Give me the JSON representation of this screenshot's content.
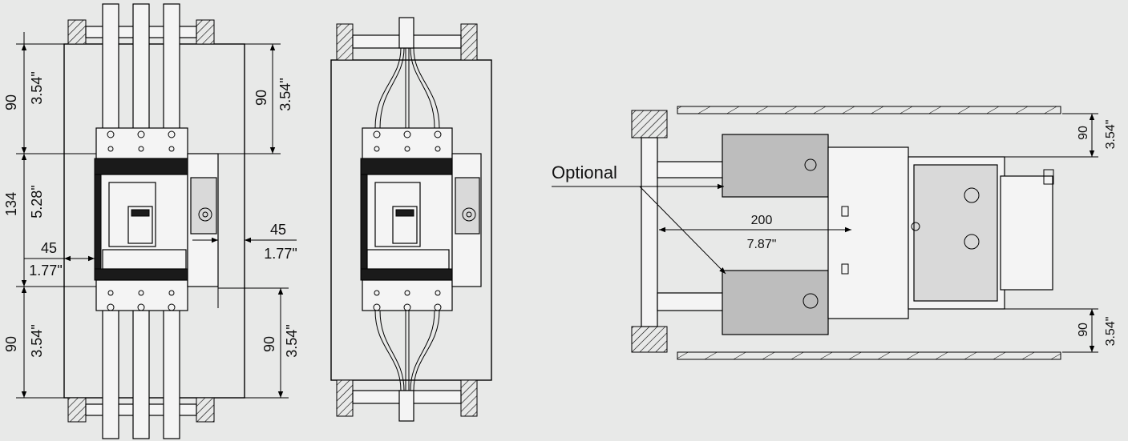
{
  "view_a": {
    "top_mm": "90",
    "top_in": "3.54\"",
    "mid_mm": "134",
    "mid_in": "5.28\"",
    "bot_mm": "90",
    "bot_in": "3.54\"",
    "left_mm": "45",
    "left_in": "1.77\"",
    "right_mm": "45",
    "right_in": "1.77\"",
    "rtop_mm": "90",
    "rtop_in": "3.54\"",
    "rbot_mm": "90",
    "rbot_in": "3.54\""
  },
  "view_c": {
    "optional_label": "Optional",
    "depth_mm": "200",
    "depth_in": "7.87\"",
    "top_mm": "90",
    "top_in": "3.54\"",
    "bot_mm": "90",
    "bot_in": "3.54\""
  }
}
